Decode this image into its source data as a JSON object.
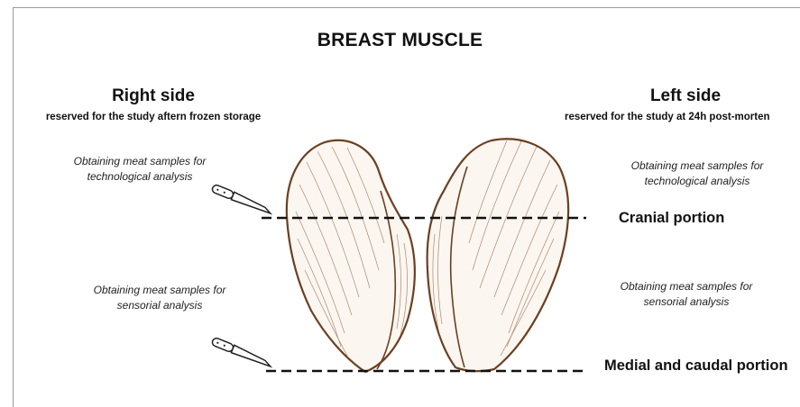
{
  "title": "BREAST MUSCLE",
  "right_side": {
    "title": "Right side",
    "subtitle": "reserved for the study aftern frozen storage",
    "note_top_line1": "Obtaining meat samples for",
    "note_top_line2": "technological analysis",
    "note_bottom_line1": "Obtaining meat samples for",
    "note_bottom_line2": "sensorial analysis"
  },
  "left_side": {
    "title": "Left side",
    "subtitle": "reserved for the study at 24h post-morten",
    "note_top_line1": "Obtaining meat samples for",
    "note_top_line2": "technological analysis",
    "note_bottom_line1": "Obtaining meat samples for",
    "note_bottom_line2": "sensorial analysis"
  },
  "portions": {
    "cranial": "Cranial portion",
    "medial_caudal": "Medial and caudal portion"
  },
  "colors": {
    "meat_outline": "#6b3f22",
    "meat_fill": "#fbf6f0",
    "meat_fiber": "#8a5a3a",
    "cut_line": "#111111",
    "knife": "#222222"
  }
}
